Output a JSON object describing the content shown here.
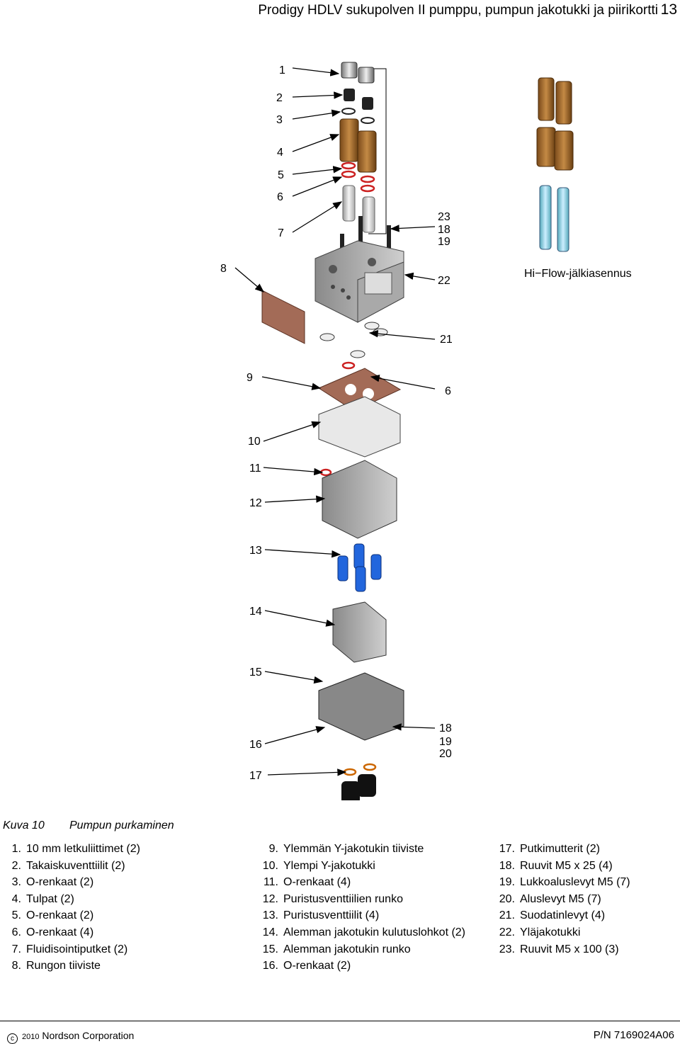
{
  "header": {
    "title": "Prodigy HDLV sukupolven II pumppu, pumpun jakotukki ja piirikortti",
    "page": "13"
  },
  "figure": {
    "callouts": [
      "1",
      "2",
      "3",
      "4",
      "5",
      "6",
      "7",
      "8",
      "23",
      "18",
      "19",
      "22",
      "21",
      "9",
      "6",
      "10",
      "11",
      "12",
      "13",
      "14",
      "15",
      "16",
      "18",
      "19",
      "20",
      "17"
    ],
    "hiflow_label": "Hi−Flow-jälkiasennus"
  },
  "caption": {
    "number": "Kuva 10",
    "title": "Pumpun purkaminen"
  },
  "parts_col1": [
    {
      "n": "1.",
      "t": "10 mm letkuliittimet (2)"
    },
    {
      "n": "2.",
      "t": "Takaiskuventtiilit (2)"
    },
    {
      "n": "3.",
      "t": "O-renkaat (2)"
    },
    {
      "n": "4.",
      "t": "Tulpat (2)"
    },
    {
      "n": "5.",
      "t": "O-renkaat (2)"
    },
    {
      "n": "6.",
      "t": "O-renkaat (4)"
    },
    {
      "n": "7.",
      "t": "Fluidisointiputket (2)"
    },
    {
      "n": "8.",
      "t": "Rungon tiiviste"
    }
  ],
  "parts_col2": [
    {
      "n": "9.",
      "t": "Ylemmän Y-jakotukin tiiviste"
    },
    {
      "n": "10.",
      "t": "Ylempi Y-jakotukki"
    },
    {
      "n": "11.",
      "t": "O-renkaat (4)"
    },
    {
      "n": "12.",
      "t": "Puristusventtiilien runko"
    },
    {
      "n": "13.",
      "t": "Puristusventtiilit (4)"
    },
    {
      "n": "14.",
      "t": "Alemman jakotukin kulutuslohkot (2)"
    },
    {
      "n": "15.",
      "t": "Alemman jakotukin runko"
    },
    {
      "n": "16.",
      "t": "O-renkaat (2)"
    }
  ],
  "parts_col3": [
    {
      "n": "17.",
      "t": "Putkimutterit (2)"
    },
    {
      "n": "18.",
      "t": "Ruuvit M5 x 25 (4)"
    },
    {
      "n": "19.",
      "t": "Lukkoaluslevyt M5 (7)"
    },
    {
      "n": "20.",
      "t": "Aluslevyt M5 (7)"
    },
    {
      "n": "21.",
      "t": "Suodatinlevyt (4)"
    },
    {
      "n": "22.",
      "t": "Yläjakotukki"
    },
    {
      "n": "23.",
      "t": "Ruuvit M5 x 100 (3)"
    }
  ],
  "footer": {
    "copyright_symbol": "c",
    "year": "2010",
    "company": "Nordson Corporation",
    "part_number": "P/N 7169024A06"
  }
}
